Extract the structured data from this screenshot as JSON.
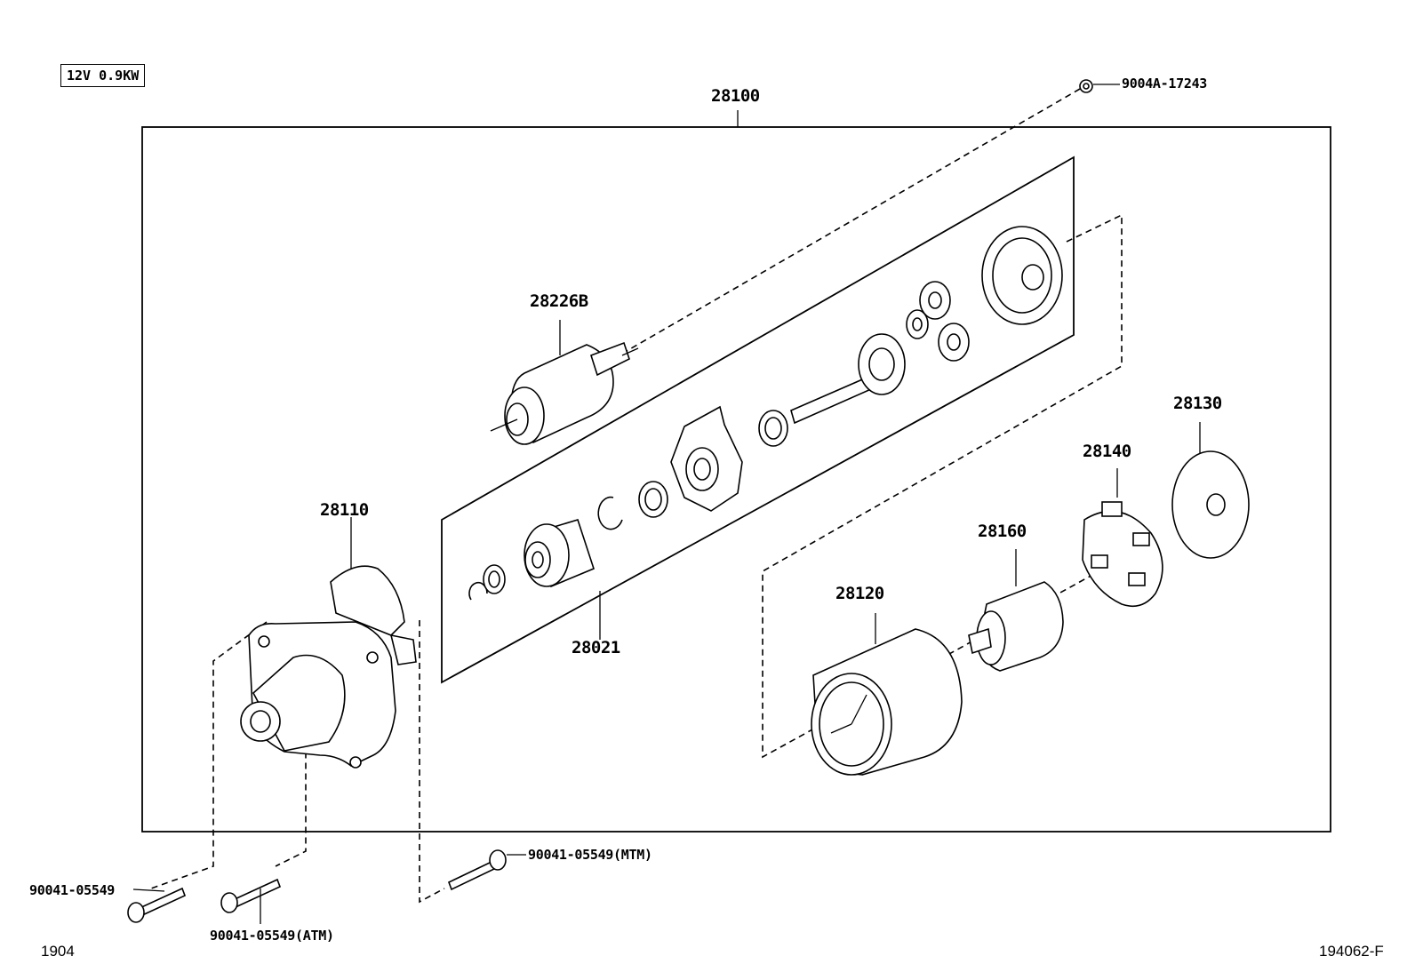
{
  "spec_box": "12V 0.9KW",
  "callouts": {
    "assembly": "28100",
    "solenoid": "28226B",
    "drive_kit": "28021",
    "housing": "28110",
    "yoke": "28120",
    "end_cover": "28130",
    "brush_holder": "28140",
    "armature": "28160",
    "nut": "9004A-17243",
    "bolt_left": "90041-05549",
    "bolt_atm": "90041-05549(ATM)",
    "bolt_mtm": "90041-05549(MTM)"
  },
  "footer": {
    "left": "1904",
    "right": "194062-F"
  }
}
